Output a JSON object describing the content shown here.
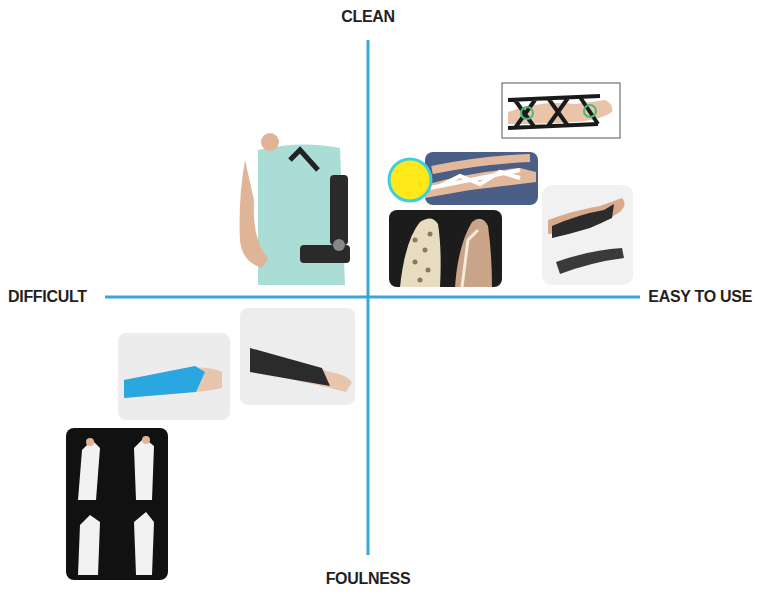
{
  "diagram": {
    "labels": [
      "CLEAN",
      "DIFFICULT",
      "EASY TO USE",
      "FOULNESS"
    ]
  }
}
